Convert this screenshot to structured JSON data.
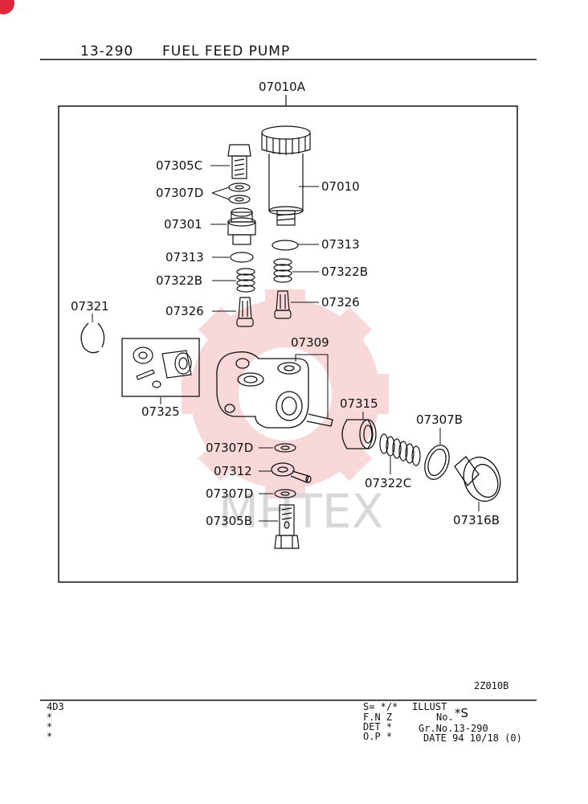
{
  "header": {
    "group": "13-290",
    "title": "FUEL FEED PUMP"
  },
  "assembly": {
    "main_part": "07010A"
  },
  "parts": {
    "p07305C": "07305C",
    "p07307D_top": "07307D",
    "p07301": "07301",
    "p07313_left": "07313",
    "p07322B_left": "07322B",
    "p07326_left": "07326",
    "p07010": "07010",
    "p07313_right": "07313",
    "p07322B_right": "07322B",
    "p07326_right": "07326",
    "p07321": "07321",
    "p07309": "07309",
    "p07325": "07325",
    "p07315": "07315",
    "p07307B": "07307B",
    "p07307D_mid": "07307D",
    "p07312": "07312",
    "p07307D_low": "07307D",
    "p07305B": "07305B",
    "p07322C": "07322C",
    "p07316B": "07316B"
  },
  "watermark": "MHTEX",
  "illust_code": "2Z010B",
  "footer": {
    "model": "4D3",
    "stars": [
      "*",
      "*",
      "*"
    ],
    "s_line": "S= */*",
    "fnz": "F.N Z",
    "det": "DET *",
    "op": "O.P *",
    "illust": "ILLUST",
    "no_label": "No.",
    "no_value": "*S",
    "gr_no": "Gr.No.13-290",
    "date": "DATE 94 10/18 (0)"
  }
}
